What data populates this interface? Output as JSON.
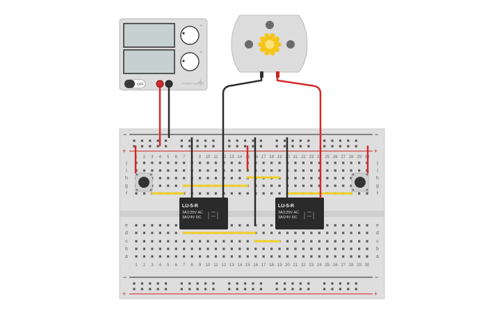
{
  "power_supply": {
    "switch_label": "OFF",
    "voltage_knob_label": "V",
    "current_knob_label": "A",
    "brand_text": "POWER SUPPLY",
    "lightning_icon": "lightning-icon"
  },
  "motor": {
    "icon": "gear-icon",
    "gear_color": "#f5c518"
  },
  "breadboard": {
    "plus_label": "+",
    "minus_label": "−",
    "rail_minus_color": "#222222",
    "rail_plus_color": "#d21f1f",
    "row_letters_top": [
      "j",
      "i",
      "h",
      "g",
      "f"
    ],
    "row_letters_bottom": [
      "e",
      "d",
      "c",
      "b",
      "a"
    ],
    "column_numbers": [
      "1",
      "2",
      "3",
      "4",
      "5",
      "6",
      "7",
      "8",
      "9",
      "10",
      "11",
      "12",
      "13",
      "14",
      "15",
      "16",
      "17",
      "18",
      "19",
      "20",
      "21",
      "22",
      "23",
      "24",
      "25",
      "26",
      "27",
      "28",
      "29",
      "30"
    ]
  },
  "relays": [
    {
      "model": "LU-5-R",
      "rating_ac": "3A/125V AC",
      "rating_dc": "3A/24V  DC"
    },
    {
      "model": "LU-5-R",
      "rating_ac": "3A/125V AC",
      "rating_dc": "3A/24V  DC"
    }
  ],
  "wire_colors": {
    "red": "#d12a2a",
    "black": "#2b2b2b",
    "yellow": "#f2cf24"
  }
}
